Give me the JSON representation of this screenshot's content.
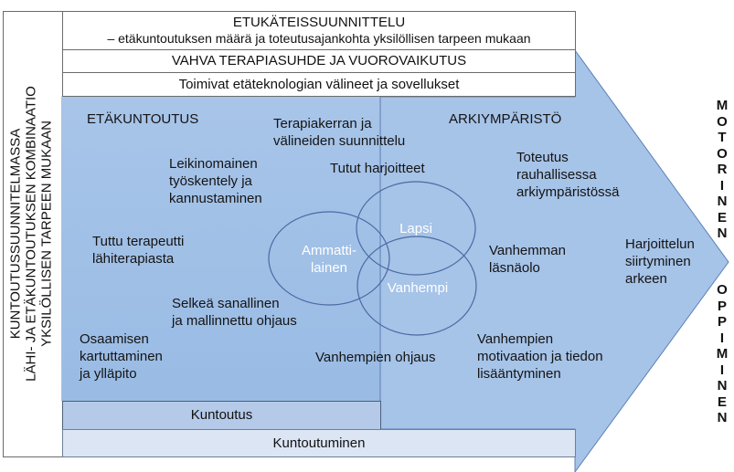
{
  "colors": {
    "arrow_fill": "#a6c3e8",
    "arrow_bottom": "#97b9e3",
    "arrow_border": "#5b7fb6",
    "kuntoutus_fill": "#b5c9e8",
    "kuntoutuminen_fill": "#dce5f4",
    "ellipse_stroke": "#4a6aa3",
    "frame_border": "#6b6b6b"
  },
  "left_panel": {
    "lines": [
      "KUNTOUTUSSUUNNITELMASSA",
      "LÄHI- JA ETÄKUNTOUTUKSEN KOMBINAATIO",
      "YKSILÖLLISEN TARPEEN MUKAAN"
    ]
  },
  "top_rows": {
    "row1_title": "ETUKÄTEISSUUNNITTELU",
    "row1_subtitle": "– etäkuntoutuksen määrä ja toteutusajankohta yksilöllisen tarpeen mukaan",
    "row2": "VAHVA TERAPIASUHDE JA VUOROVAIKUTUS",
    "row3": "Toimivat etäteknologian välineet ja sovellukset"
  },
  "sections": {
    "left_heading": "ETÄKUNTOUTUS",
    "right_heading": "ARKIYMPÄRISTÖ"
  },
  "left_items": {
    "terapiakerta": [
      "Terapiakerran ja",
      "välineiden suunnittelu"
    ],
    "leikinomainen": [
      "Leikinomainen",
      "työskentely ja",
      "kannustaminen"
    ],
    "tutut": "Tutut harjoitteet",
    "tuttu_terapeutti": [
      "Tuttu terapeutti",
      "lähiterapiasta"
    ],
    "selkea": [
      "Selkeä sanallinen",
      "ja mallinnettu ohjaus"
    ],
    "osaamisen": [
      "Osaamisen",
      "kartuttaminen",
      "ja ylläpito"
    ],
    "vanhempien_ohjaus": "Vanhempien ohjaus"
  },
  "right_items": {
    "toteutus": [
      "Toteutus",
      "rauhallisessa",
      "arkiympäristössä"
    ],
    "vanhemman_lasnaolo": [
      "Vanhemman",
      "läsnäolo"
    ],
    "harjoittelun": [
      "Harjoittelun",
      "siirtyminen",
      "arkeen"
    ],
    "motivaatio": [
      "Vanhempien",
      "motivaation ja tiedon",
      "lisääntyminen"
    ]
  },
  "venn": {
    "ammattilainen": [
      "Ammatti-",
      "lainen"
    ],
    "lapsi": "Lapsi",
    "vanhempi": "Vanhempi"
  },
  "bottom_rows": {
    "kuntoutus": "Kuntoutus",
    "kuntoutuminen": "Kuntoutuminen"
  },
  "right_vertical": {
    "word1": [
      "M",
      "O",
      "T",
      "O",
      "R",
      "I",
      "N",
      "E",
      "N"
    ],
    "word2": [
      "O",
      "P",
      "P",
      "I",
      "M",
      "I",
      "N",
      "E",
      "N"
    ]
  }
}
